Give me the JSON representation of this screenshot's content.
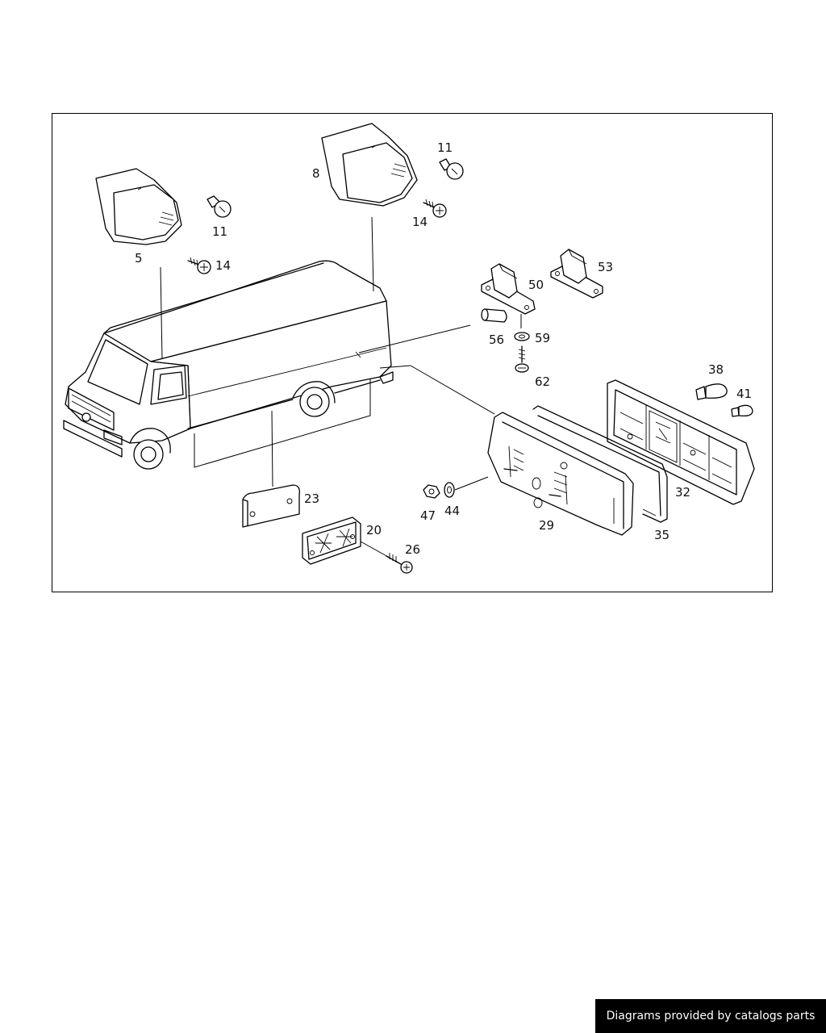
{
  "diagram": {
    "labels": {
      "p5": "5",
      "p11a": "11",
      "p14a": "14",
      "p8": "8",
      "p11b": "11",
      "p14b": "14",
      "p50": "50",
      "p53": "53",
      "p56": "56",
      "p59": "59",
      "p62": "62",
      "p38": "38",
      "p41": "41",
      "p32": "32",
      "p35": "35",
      "p29": "29",
      "p47": "47",
      "p44": "44",
      "p23": "23",
      "p20": "20",
      "p26": "26"
    }
  },
  "credit": {
    "text": "Diagrams provided by catalogs parts"
  }
}
